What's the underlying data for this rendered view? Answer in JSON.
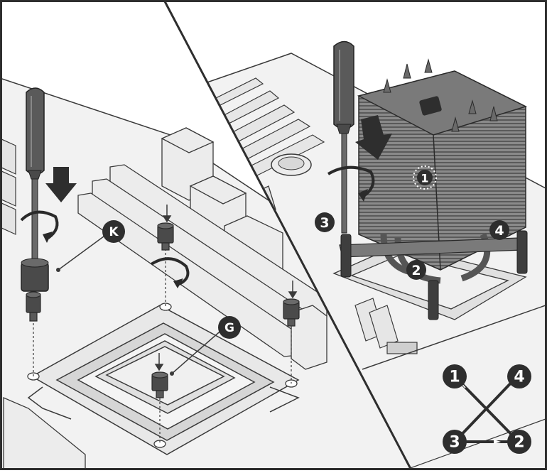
{
  "callouts": {
    "k": "K",
    "g": "G",
    "step1": "1",
    "step2": "2",
    "step3": "3",
    "step4": "4"
  },
  "tightening_order": {
    "top_left": "1",
    "top_right": "4",
    "bottom_left": "3",
    "bottom_right": "2"
  },
  "colors": {
    "line": "#3a3a3a",
    "board": "#f2f2f2",
    "part": "#e4e4e4",
    "dark_part": "#4a4a4a",
    "badge": "#2e2e2e"
  }
}
